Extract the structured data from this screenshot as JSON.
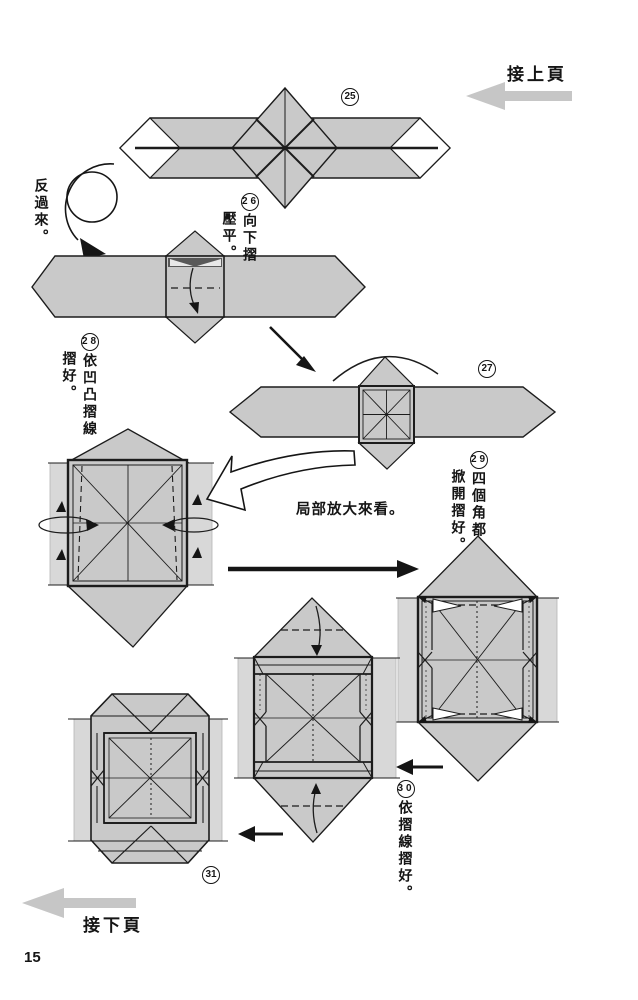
{
  "page": {
    "number": "15"
  },
  "nav": {
    "prev": "接上頁",
    "next": "接下頁"
  },
  "notes": {
    "turn_over": "反過來。",
    "zoom_hint": "局部放大來看。"
  },
  "steps": {
    "s25": {
      "num": "25"
    },
    "s26": {
      "num": "26",
      "line1": "向下摺",
      "line2": "壓平。"
    },
    "s27": {
      "num": "27"
    },
    "s28": {
      "num": "28",
      "line1": "依凹凸摺線",
      "line2": "摺好。"
    },
    "s29": {
      "num": "29",
      "line1": "四個角都",
      "line2": "掀開摺好。"
    },
    "s30": {
      "num": "30",
      "line1": "依摺線摺好。"
    },
    "s31": {
      "num": "31"
    }
  },
  "colors": {
    "paper": "#ffffff",
    "shade": "#c9c9c9",
    "band": "#d8d8d8",
    "line": "#1c1c1c",
    "nav_arrow": "#c6c6c6"
  }
}
